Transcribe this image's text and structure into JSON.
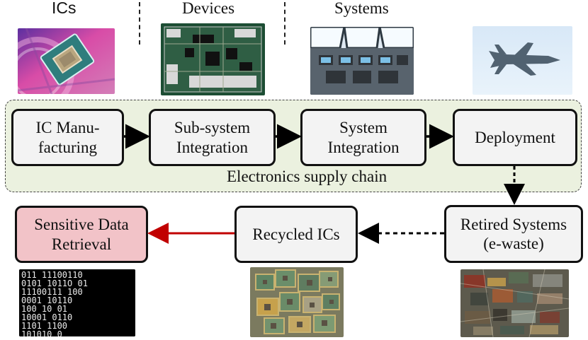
{
  "headers": {
    "ics": "ICs",
    "devices": "Devices",
    "systems": "Systems"
  },
  "panel": {
    "label": "Electronics supply chain"
  },
  "stages": {
    "ic_manufacturing": {
      "line1": "IC Manu-",
      "line2": "facturing"
    },
    "subsystem_integration": {
      "line1": "Sub-system",
      "line2": "Integration"
    },
    "system_integration": {
      "line1": "System",
      "line2": "Integration"
    },
    "deployment": {
      "label": "Deployment"
    },
    "retired_systems": {
      "line1": "Retired Systems",
      "line2": "(e-waste)"
    },
    "recycled_ics": {
      "label": "Recycled ICs"
    },
    "sensitive_data": {
      "line1": "Sensitive Data",
      "line2": "Retrieval"
    }
  },
  "binary_rows": [
    "011  11100110",
    "0101 1011O 01",
    "11100111 100",
    "   0001 10110",
    "   100  10 01",
    " 10001  0110",
    "   1101 1100",
    "  101010  0"
  ],
  "colors": {
    "panel_bg": "#ebf1df",
    "box_bg": "#f3f3f3",
    "sensitive_bg": "#f2c3c8",
    "red_arrow": "#c10000"
  }
}
